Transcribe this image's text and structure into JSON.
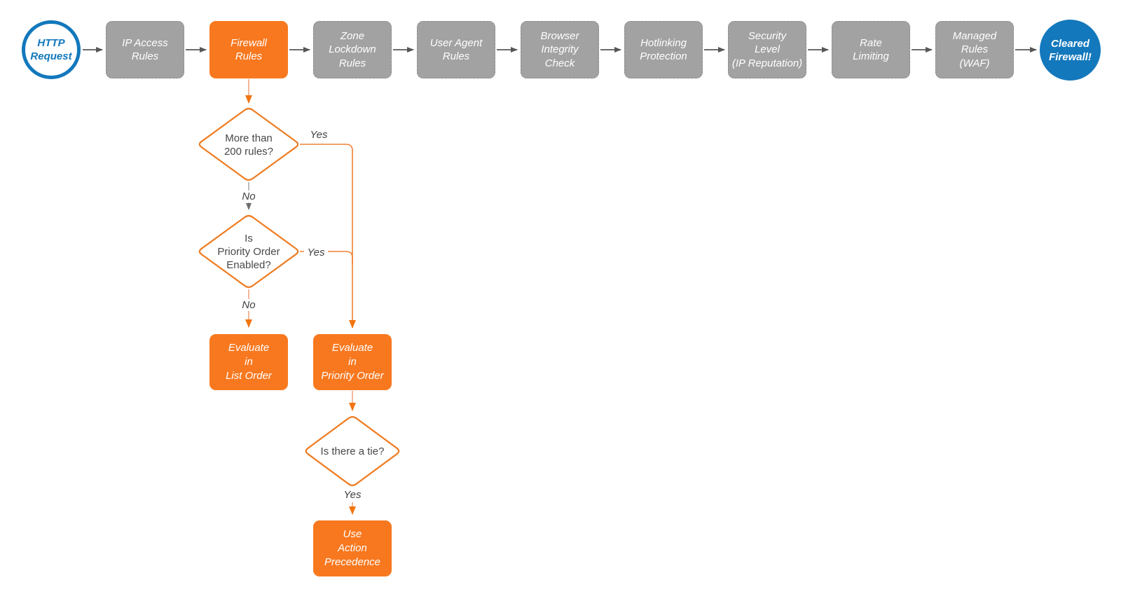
{
  "colors": {
    "orange_fill": "#f8781f",
    "orange_stroke": "#ee7d23",
    "orange_line": "#f08033",
    "salmon_line": "#f4a57e",
    "orange_arrowhead": "#f2750f",
    "gray_box_fill": "#a2a2a2",
    "gray_box_border": "#8b8b8b",
    "dark_arrow": "#575757",
    "blue": "#1378bc",
    "diamond_text": "#484848",
    "label_text": "#414141",
    "box_text": "#ffffff"
  },
  "pipeline": {
    "start": {
      "line1": "HTTP",
      "line2": "Request"
    },
    "stages": [
      {
        "line1": "IP Access",
        "line2": "Rules"
      },
      {
        "line1": "Firewall",
        "line2": "Rules"
      },
      {
        "line1": "Zone",
        "line2": "Lockdown",
        "line3": "Rules"
      },
      {
        "line1": "User Agent",
        "line2": "Rules"
      },
      {
        "line1": "Browser",
        "line2": "Integrity",
        "line3": "Check"
      },
      {
        "line1": "Hotlinking",
        "line2": "Protection"
      },
      {
        "line1": "Security",
        "line2": "Level",
        "line3": "(IP Reputation)"
      },
      {
        "line1": "Rate",
        "line2": "Limiting"
      },
      {
        "line1": "Managed",
        "line2": "Rules",
        "line3": "(WAF)"
      }
    ],
    "end": {
      "line1": "Cleared",
      "line2": "Firewall!"
    }
  },
  "decision_tree": {
    "d1": {
      "line1": "More than",
      "line2": "200 rules?",
      "yes": "Yes",
      "no": "No"
    },
    "d2": {
      "line1": "Is",
      "line2": "Priority Order",
      "line3": "Enabled?",
      "yes": "Yes",
      "no": "No"
    },
    "list_box": {
      "line1": "Evaluate",
      "line2": "in",
      "line3": "List Order"
    },
    "priority_box": {
      "line1": "Evaluate",
      "line2": "in",
      "line3": "Priority Order"
    },
    "d3": {
      "label": "Is there a tie?",
      "yes": "Yes"
    },
    "action_box": {
      "line1": "Use",
      "line2": "Action",
      "line3": "Precedence"
    }
  }
}
